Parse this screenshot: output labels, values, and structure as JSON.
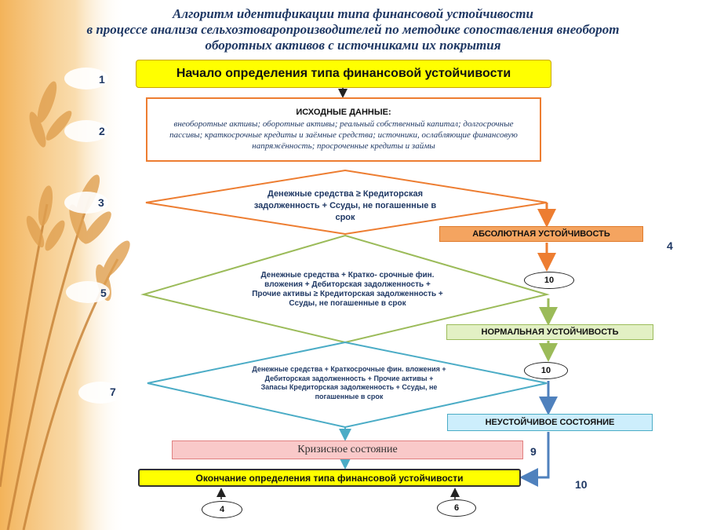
{
  "title": {
    "line1": "Алгоритм идентификации типа финансовой устойчивости",
    "line2": "в процессе анализа сельхозтоваропроизводителей по методике сопоставления внеоборот",
    "line3": "оборотных активов с источниками их покрытия"
  },
  "start_box": "Начало определения типа финансовой устойчивости",
  "input_box": {
    "heading": "ИСХОДНЫЕ ДАННЫЕ:",
    "body": "внеоборотные активы; оборотные активы; реальный собственный капитал; долгосрочные пассивы; краткосрочные кредиты и заёмные средства; источники, ослабляющие финансовую напряжённость; просроченные кредиты и займы"
  },
  "decision_1": "Денежные средства ≥ Кредиторская задолженность + Ссуды, не погашенные в срок",
  "decision_2": "Денежные средства + Кратко- срочные фин. вложения + Дебиторская задолженность + Прочие активы ≥ Кредиторская задолженность + Ссуды, не погашенные в срок",
  "decision_3": "Денежные средства + Краткосрочные фин. вложения + Дебиторская задолженность + Прочие активы + Запасы Кредиторская задолженность + Ссуды, не погашенные в срок",
  "results": {
    "absolute": "АБСОЛЮТНАЯ УСТОЙЧИВОСТЬ",
    "normal": "НОРМАЛЬНАЯ УСТОЙЧИВОСТЬ",
    "unstable": "НЕУСТОЙЧИВОЕ СОСТОЯНИЕ",
    "crisis": "Кризисное состояние"
  },
  "end_box": "Окончание определения типа финансовой устойчивости",
  "step_numbers": {
    "n1": "1",
    "n2": "2",
    "n3": "3",
    "n4": "4",
    "n5": "5",
    "n7": "7",
    "n9": "9",
    "n10": "10"
  },
  "ovals": {
    "o1": "10",
    "o2": "10",
    "o3": "4",
    "o4": "6"
  },
  "colors": {
    "title": "#1f3864",
    "start_fill": "#ffff00",
    "input_border": "#ed7d31",
    "decision_1": "#ed7d31",
    "decision_2": "#9bbb59",
    "decision_3": "#4bacc6",
    "absolute_fill": "#f4a460",
    "normal_fill": "#e2f0c4",
    "unstable_fill": "#cdeefc",
    "crisis_fill": "#f9c9c9",
    "connector_blue": "#4f81bd"
  }
}
